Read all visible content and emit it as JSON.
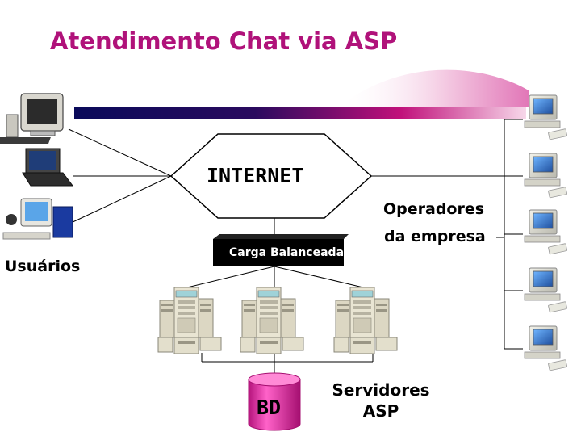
{
  "title": "Atendimento Chat via ASP",
  "internet_label": "INTERNET",
  "load_balancer_label": "Carga Balanceada",
  "users_label": "Usuários",
  "operators_label_line1": "Operadores",
  "operators_label_line2": "da empresa",
  "database_label": "BD",
  "servers_label": "Servidores ASP",
  "colors": {
    "title": "#b0127a",
    "bar_dark": "#0a0a5a",
    "bar_accent": "#c0107a",
    "box_fill": "#000000"
  },
  "icons": {
    "user_terminals": [
      "desktop-computer-icon",
      "laptop-icon",
      "workstation-icon"
    ],
    "operator_terminals": [
      "operator-pc-icon",
      "operator-pc-icon",
      "operator-pc-icon",
      "operator-pc-icon",
      "operator-pc-icon",
      "operator-pc-icon"
    ],
    "servers": [
      "server-rack-icon",
      "server-rack-icon",
      "server-rack-icon"
    ],
    "database": "database-cylinder-icon"
  }
}
